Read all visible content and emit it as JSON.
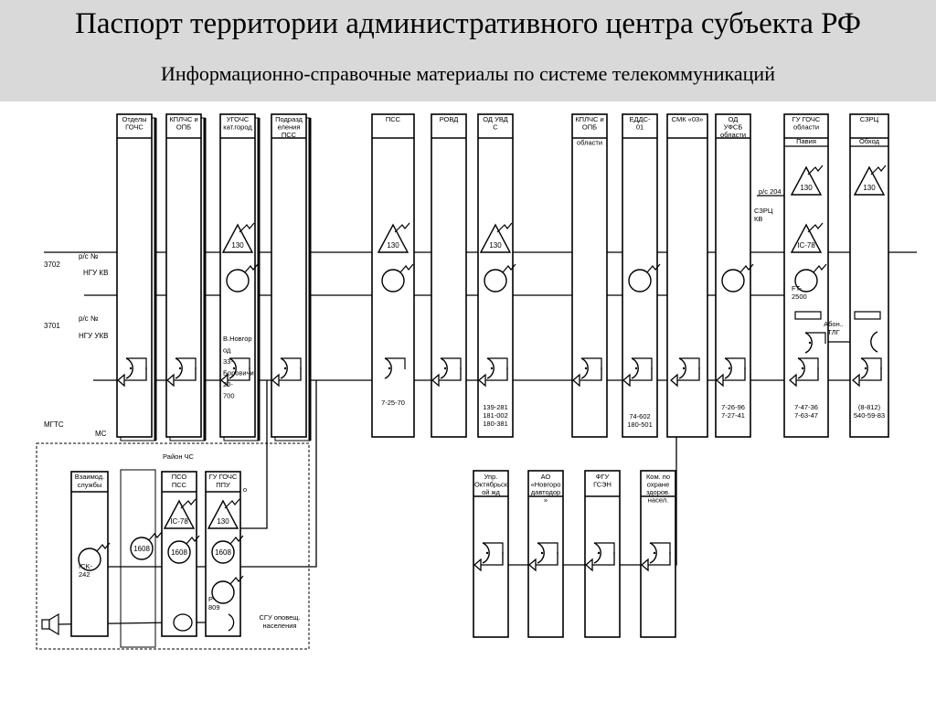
{
  "header": {
    "title": "Паспорт территории административного центра субъекта РФ",
    "subtitle": "Информационно-справочные материалы по системе телекоммуникаций"
  },
  "left_labels": {
    "r3702": "3702",
    "rs1": "р/с №",
    "ngu_kv": "НГУ КВ",
    "r3701": "3701",
    "rs2": "р/с №",
    "ngu_ukv": "НГУ УКВ",
    "mgts": "МГТС",
    "ms": "МС"
  },
  "columns": [
    {
      "id": "otdely-gochs",
      "lines": [
        "Отделы",
        "ГОЧС"
      ]
    },
    {
      "id": "kplchs-opb",
      "lines": [
        "КПЛЧС и",
        "ОПБ"
      ]
    },
    {
      "id": "ugochs",
      "lines": [
        "УГОЧС",
        "кат.город"
      ]
    },
    {
      "id": "podrazdeleniya",
      "lines": [
        "Подразд",
        "еления",
        "ПСС"
      ]
    },
    {
      "id": "pss",
      "lines": [
        "ПСС"
      ]
    },
    {
      "id": "rovd",
      "lines": [
        "РОВД"
      ]
    },
    {
      "id": "od-uvd",
      "lines": [
        "ОД УВД",
        "С"
      ]
    },
    {
      "id": "kplchs-opb-oblasti",
      "lines": [
        "КПЛЧС и",
        "ОПБ",
        "",
        "области"
      ]
    },
    {
      "id": "edds",
      "lines": [
        "ЕДДС-",
        "01"
      ]
    },
    {
      "id": "smk",
      "lines": [
        "СМК «03»"
      ]
    },
    {
      "id": "od-ufsb",
      "lines": [
        "ОД",
        "УФСБ",
        "области"
      ]
    },
    {
      "id": "gu-gochs-oblasti",
      "lines": [
        "ГУ ГОЧС",
        "области"
      ],
      "sub": "Павия"
    },
    {
      "id": "szrc",
      "lines": [
        "СЗРЦ"
      ],
      "sub": "Обход"
    }
  ],
  "device_labels": {
    "code130": "130",
    "ic78": "IC-78",
    "ft2500": "FT-2500",
    "code1608": "1608",
    "ick242": "ICK-242",
    "r809": "Р-809",
    "rs204": "р/с 204",
    "szrc_kv": "СЗРЦ КВ",
    "abon_tlg": "Абон.. ТЛГ"
  },
  "ugochs_notes": [
    "В.Новгор",
    "од",
    "33-",
    "Боровичи",
    "20-",
    "700"
  ],
  "phones": {
    "pss": [
      "7-25-70"
    ],
    "od_uvd": [
      "139-281",
      "181-002",
      "180-381"
    ],
    "edds": [
      "74-602",
      "180-501"
    ],
    "od_ufsb": [
      "7-26-96",
      "7-27-41"
    ],
    "gu_gochs": [
      "7-47-36",
      "7-63-47"
    ],
    "szrc": [
      "(8-812)",
      "540-59-83"
    ]
  },
  "district": {
    "title": "Район ЧС",
    "columns": [
      {
        "id": "vzaimod",
        "lines": [
          "Взаимод.",
          "службы"
        ]
      },
      {
        "id": "pso-pss",
        "lines": [
          "ПСО",
          "ПСС"
        ]
      },
      {
        "id": "gu-gochs-ppu",
        "lines": [
          "ГУ ГОЧС",
          "ППУ"
        ]
      }
    ],
    "sgu": [
      "СГУ оповещ.",
      "населения"
    ]
  },
  "bottom_columns": [
    {
      "id": "upr-oktyabrskoy",
      "lines": [
        "Упр.",
        "Октябрьск",
        "ой жд"
      ]
    },
    {
      "id": "ao-novgorod",
      "lines": [
        "АО",
        "«Новгоро",
        "давтодор",
        "»"
      ]
    },
    {
      "id": "fgu-gsen",
      "lines": [
        "ФГУ",
        "ГСЭН"
      ]
    },
    {
      "id": "kom-okhrane",
      "lines": [
        "Ком. по",
        "охране",
        "здоров.",
        "насел."
      ]
    }
  ]
}
